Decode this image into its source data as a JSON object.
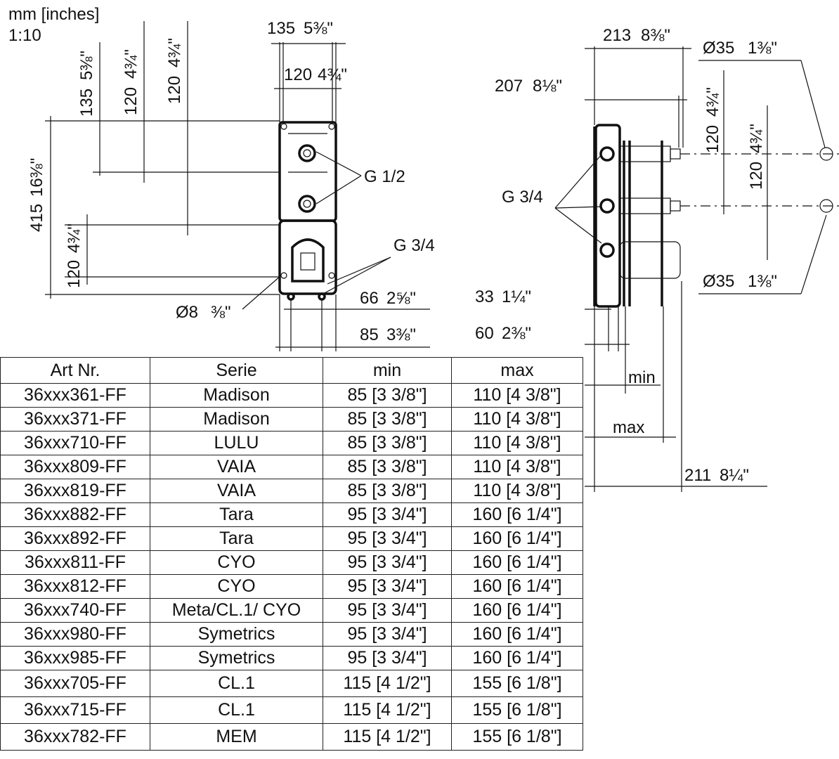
{
  "units_note": "mm [inches]",
  "scale_note": "1:10",
  "front_view": {
    "dims": {
      "d_top_135": "135",
      "d_top_135_in": "5⅜\"",
      "d_top_120": "120",
      "d_top_120_in": "4¾\"",
      "d_left_135": "135",
      "d_left_135_in": "5⅜\"",
      "d_left_120a": "120",
      "d_left_120a_in": "4¾\"",
      "d_left_120b": "120",
      "d_left_120b_in": "4¾\"",
      "d_left_415": "415",
      "d_left_415_in": "16⅜\"",
      "d_left_120c": "120",
      "d_left_120c_in": "4¾\"",
      "d_bot_66": "66",
      "d_bot_66_in": "2⅝\"",
      "d_bot_85": "85",
      "d_bot_85_in": "3⅜\"",
      "d_hole": "Ø8",
      "d_hole_in": "⅜\""
    },
    "labels": {
      "g12": "G 1/2",
      "g34": "G 3/4"
    }
  },
  "side_view": {
    "dims": {
      "d_213": "213",
      "d_213_in": "8⅜\"",
      "d_207": "207",
      "d_207_in": "8⅛\"",
      "d_dia_top": "Ø35",
      "d_dia_top_in": "1⅜\"",
      "d_120a": "120",
      "d_120a_in": "4¾\"",
      "d_120b": "120",
      "d_120b_in": "4¾\"",
      "d_dia_bot": "Ø35",
      "d_dia_bot_in": "1⅜\"",
      "d_33": "33",
      "d_33_in": "1¼\"",
      "d_60": "60",
      "d_60_in": "2⅜\"",
      "d_211": "211",
      "d_211_in": "8¼\""
    },
    "labels": {
      "g34": "G 3/4",
      "min": "min",
      "max": "max"
    }
  },
  "table": {
    "headers": [
      "Art Nr.",
      "Serie",
      "min",
      "max"
    ],
    "rows": [
      [
        "36xxx361-FF",
        "Madison",
        "85 [3 3/8\"]",
        "110 [4 3/8\"]"
      ],
      [
        "36xxx371-FF",
        "Madison",
        "85 [3 3/8\"]",
        "110 [4 3/8\"]"
      ],
      [
        "36xxx710-FF",
        "LULU",
        "85 [3 3/8\"]",
        "110 [4 3/8\"]"
      ],
      [
        "36xxx809-FF",
        "VAIA",
        "85 [3 3/8\"]",
        "110 [4 3/8\"]"
      ],
      [
        "36xxx819-FF",
        "VAIA",
        "85 [3 3/8\"]",
        "110 [4 3/8\"]"
      ],
      [
        "36xxx882-FF",
        "Tara",
        "95 [3 3/4\"]",
        "160 [6 1/4\"]"
      ],
      [
        "36xxx892-FF",
        "Tara",
        "95 [3 3/4\"]",
        "160 [6 1/4\"]"
      ],
      [
        "36xxx811-FF",
        "CYO",
        "95 [3 3/4\"]",
        "160 [6 1/4\"]"
      ],
      [
        "36xxx812-FF",
        "CYO",
        "95 [3 3/4\"]",
        "160 [6 1/4\"]"
      ],
      [
        "36xxx740-FF",
        "Meta/CL.1/ CYO",
        "95 [3 3/4\"]",
        "160 [6 1/4\"]"
      ],
      [
        "36xxx980-FF",
        "Symetrics",
        "95 [3 3/4\"]",
        "160 [6 1/4\"]"
      ],
      [
        "36xxx985-FF",
        "Symetrics",
        "95 [3 3/4\"]",
        "160 [6 1/4\"]"
      ],
      [
        "36xxx705-FF",
        "CL.1",
        "115 [4 1/2\"]",
        "155 [6 1/8\"]"
      ],
      [
        "36xxx715-FF",
        "CL.1",
        "115 [4 1/2\"]",
        "155 [6 1/8\"]"
      ],
      [
        "36xxx782-FF",
        "MEM",
        "115 [4 1/2\"]",
        "155 [6 1/8\"]"
      ]
    ]
  }
}
